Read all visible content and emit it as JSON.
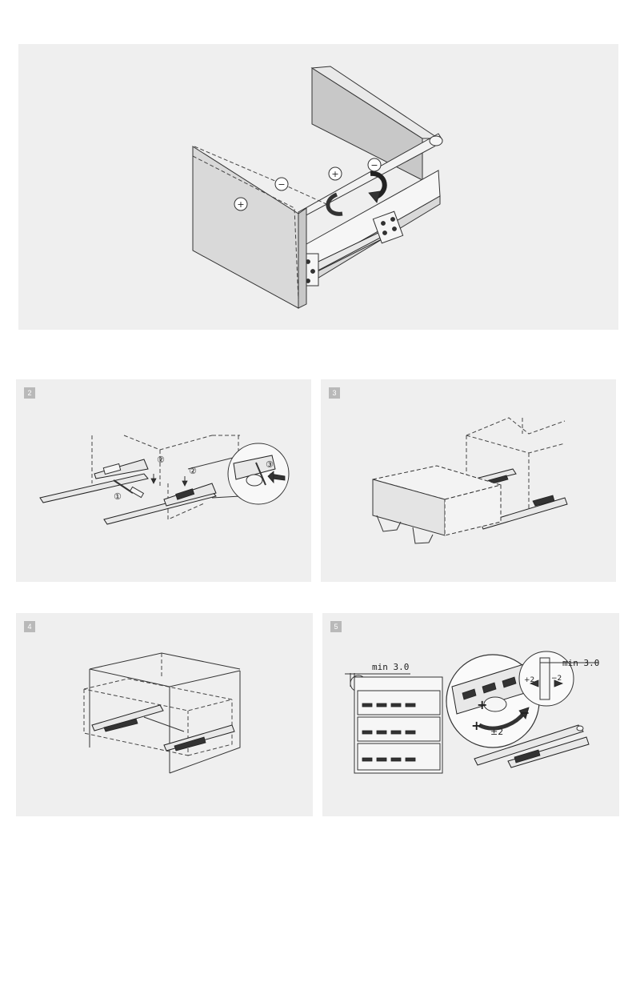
{
  "panels": {
    "step2": {
      "number": "2"
    },
    "step3": {
      "number": "3"
    },
    "step4": {
      "number": "4"
    },
    "step5": {
      "number": "5"
    }
  },
  "step1_symbols": {
    "minus": "−",
    "plus": "+"
  },
  "step2_callouts": [
    "①",
    "②",
    "②",
    "③"
  ],
  "step5_labels": {
    "min_gap": "min 3.0",
    "plus_two": "+2",
    "minus_two": "−2",
    "plus_minus_two": "±2",
    "plus": "+",
    "minus": "−"
  }
}
